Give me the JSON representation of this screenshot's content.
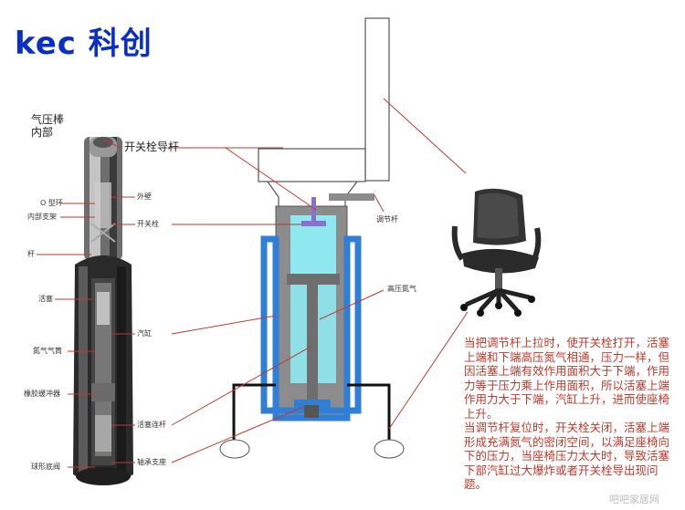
{
  "brand": "kec 科创",
  "left_labels": {
    "title_line1": "气压棒",
    "title_line2": "内部",
    "o_ring": "O 型环",
    "inner_support": "内部支架",
    "outer_wall": "外壁",
    "switch_bolt": "开关栓",
    "rod": "杆",
    "piston": "活塞",
    "cylinder": "汽缸",
    "nitrogen_cylinder": "氮气气筒",
    "rubber_buffer": "橡胶缓冲器",
    "piston_rod": "活塞连杆",
    "ball_valve": "球形底阀",
    "bearing_seat": "轴承支座"
  },
  "center_labels": {
    "switch_guide": "开关栓导杆",
    "adjust_lever": "调节杆",
    "high_pressure": "高压氮气"
  },
  "description": {
    "para1": "当把调节杆上拉时，使开关栓打开，活塞上端和下端高压氮气相通，压力一样，但因活塞上端有效作用面积大于下端，作用力等于压力乘上作用面积，所以活塞上端作用力大于下端，汽缸上升，进而使座椅上升。",
    "para2": "当调节杆复位时，开关栓关闭，活塞上端形成充满氮气的密闭空间，以满足座椅向下的压力，当座椅压力太大时，导致活塞下部汽缸过大爆炸或者开关栓导出现问题。"
  },
  "watermark": "吧吧家居网",
  "colors": {
    "brand": "#0a2ec8",
    "outer_shell": "#2f7fd6",
    "gas": "#8fe8f0",
    "gray": "#8c8c8c",
    "guide": "#8a6fd1",
    "leader": "#c23a2a",
    "text_red": "#c0392b"
  }
}
